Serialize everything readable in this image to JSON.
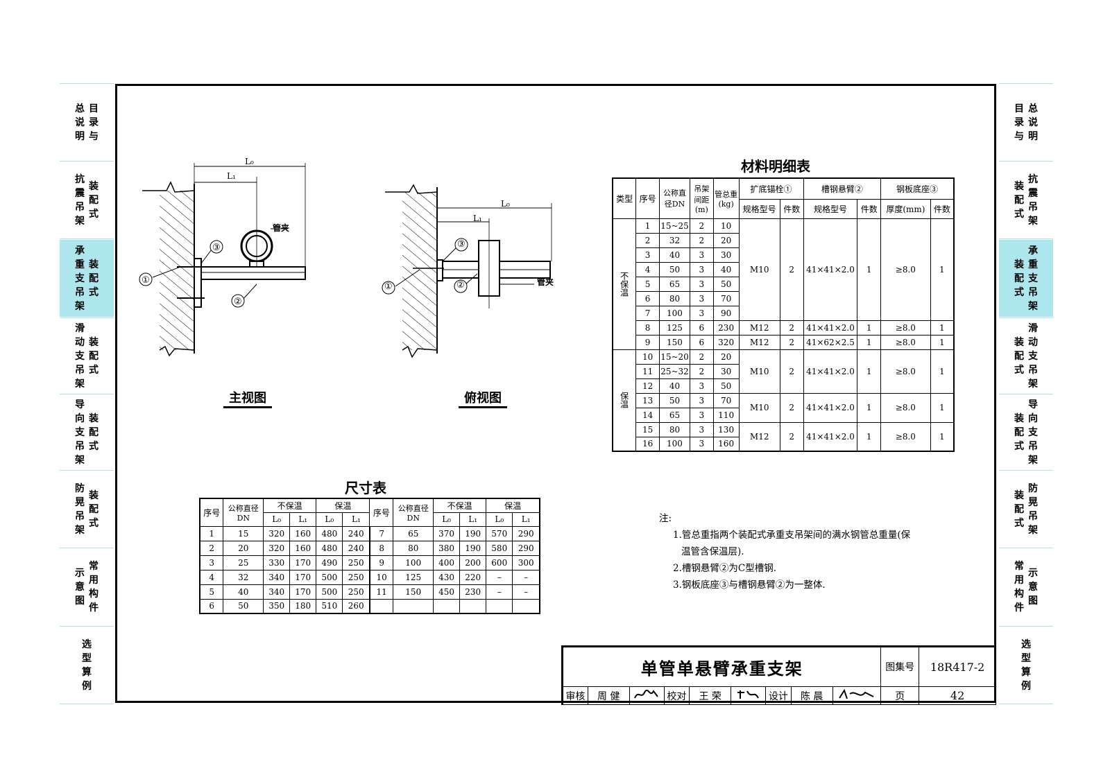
{
  "left_tabs": [
    {
      "cols": [
        [
          "目",
          "录",
          "与"
        ],
        [
          "总",
          "说",
          "明"
        ]
      ],
      "active": false
    },
    {
      "cols": [
        [
          "装",
          "配",
          "式"
        ],
        [
          "抗",
          "震",
          "吊",
          "架"
        ]
      ],
      "active": false
    },
    {
      "cols": [
        [
          "装",
          "配",
          "式"
        ],
        [
          "承",
          "重",
          "支",
          "吊",
          "架"
        ]
      ],
      "active": true
    },
    {
      "cols": [
        [
          "装",
          "配",
          "式"
        ],
        [
          "滑",
          "动",
          "支",
          "吊",
          "架"
        ]
      ],
      "active": false
    },
    {
      "cols": [
        [
          "装",
          "配",
          "式"
        ],
        [
          "导",
          "向",
          "支",
          "吊",
          "架"
        ]
      ],
      "active": false
    },
    {
      "cols": [
        [
          "装",
          "配",
          "式"
        ],
        [
          "防",
          "晃",
          "吊",
          "架"
        ]
      ],
      "active": false
    },
    {
      "cols": [
        [
          "常",
          "用",
          "构",
          "件"
        ],
        [
          "示",
          "意",
          "图"
        ]
      ],
      "active": false
    },
    {
      "cols": [
        [
          "选",
          "型",
          "算",
          "例"
        ]
      ],
      "active": false
    }
  ],
  "right_tabs": [
    {
      "cols": [
        [
          "总",
          "说",
          "明"
        ],
        [
          "目",
          "录",
          "与"
        ]
      ],
      "active": false
    },
    {
      "cols": [
        [
          "抗",
          "震",
          "吊",
          "架"
        ],
        [
          "装",
          "配",
          "式"
        ]
      ],
      "active": false
    },
    {
      "cols": [
        [
          "承",
          "重",
          "支",
          "吊",
          "架"
        ],
        [
          "装",
          "配",
          "式"
        ]
      ],
      "active": true
    },
    {
      "cols": [
        [
          "滑",
          "动",
          "支",
          "吊",
          "架"
        ],
        [
          "装",
          "配",
          "式"
        ]
      ],
      "active": false
    },
    {
      "cols": [
        [
          "导",
          "向",
          "支",
          "吊",
          "架"
        ],
        [
          "装",
          "配",
          "式"
        ]
      ],
      "active": false
    },
    {
      "cols": [
        [
          "防",
          "晃",
          "吊",
          "架"
        ],
        [
          "装",
          "配",
          "式"
        ]
      ],
      "active": false
    },
    {
      "cols": [
        [
          "示",
          "意",
          "图"
        ],
        [
          "常",
          "用",
          "构",
          "件"
        ]
      ],
      "active": false
    },
    {
      "cols": [
        [
          "选",
          "型",
          "算",
          "例"
        ]
      ],
      "active": false
    }
  ],
  "front_view": {
    "caption": "主视图",
    "dim_l0": "L₀",
    "dim_l1": "L₁",
    "label_clamp": "管夹",
    "c1": "①",
    "c2": "②",
    "c3": "③"
  },
  "top_view": {
    "caption": "俯视图",
    "dim_l0": "L₀",
    "dim_l1": "L₁",
    "label_clamp": "管夹",
    "c1": "①",
    "c2": "②",
    "c3": "③"
  },
  "materials": {
    "title": "材料明细表",
    "h_type": "类型",
    "h_seq": "序号",
    "h_dn": "公称直径DN",
    "h_span": "吊架间距(m)",
    "h_weight": "管总重(kg)",
    "h_anchor": "扩底锚栓①",
    "h_channel": "槽钢悬臂②",
    "h_plate": "钢板底座③",
    "h_spec": "规格型号",
    "h_count": "件数",
    "h_thick": "厚度(mm)",
    "g1": "不保温",
    "g2": "保温",
    "rows": [
      [
        "1",
        "15~25",
        "2",
        "10"
      ],
      [
        "2",
        "32",
        "2",
        "20"
      ],
      [
        "3",
        "40",
        "3",
        "30"
      ],
      [
        "4",
        "50",
        "3",
        "40"
      ],
      [
        "5",
        "65",
        "3",
        "50"
      ],
      [
        "6",
        "80",
        "3",
        "70"
      ],
      [
        "7",
        "100",
        "3",
        "90"
      ],
      [
        "8",
        "125",
        "6",
        "230"
      ],
      [
        "9",
        "150",
        "6",
        "320"
      ],
      [
        "10",
        "15~20",
        "2",
        "20"
      ],
      [
        "11",
        "25~32",
        "2",
        "30"
      ],
      [
        "12",
        "40",
        "3",
        "50"
      ],
      [
        "13",
        "50",
        "3",
        "70"
      ],
      [
        "14",
        "65",
        "3",
        "110"
      ],
      [
        "15",
        "80",
        "3",
        "130"
      ],
      [
        "16",
        "100",
        "3",
        "160"
      ]
    ],
    "spans": [
      [
        "M10",
        "2",
        "41×41×2.0",
        "1",
        "≥8.0",
        "1"
      ],
      [
        "M12",
        "2",
        "41×41×2.0",
        "1",
        "≥8.0",
        "1"
      ],
      [
        "M12",
        "2",
        "41×62×2.5",
        "1",
        "≥8.0",
        "1"
      ],
      [
        "M10",
        "2",
        "41×41×2.0",
        "1",
        "≥8.0",
        "1"
      ],
      [
        "M10",
        "2",
        "41×41×2.0",
        "1",
        "≥8.0",
        "1"
      ],
      [
        "M12",
        "2",
        "41×41×2.0",
        "1",
        "≥8.0",
        "1"
      ]
    ]
  },
  "dimensions": {
    "title": "尺寸表",
    "h_seq": "序号",
    "h_dn": "公称直径DN",
    "h_noins": "不保温",
    "h_ins": "保温",
    "h_l0": "L₀",
    "h_l1": "L₁",
    "left_rows": [
      [
        "1",
        "15",
        "320",
        "160",
        "480",
        "240"
      ],
      [
        "2",
        "20",
        "320",
        "160",
        "480",
        "240"
      ],
      [
        "3",
        "25",
        "330",
        "170",
        "490",
        "250"
      ],
      [
        "4",
        "32",
        "340",
        "170",
        "500",
        "250"
      ],
      [
        "5",
        "40",
        "340",
        "170",
        "500",
        "250"
      ],
      [
        "6",
        "50",
        "350",
        "180",
        "510",
        "260"
      ]
    ],
    "right_rows": [
      [
        "7",
        "65",
        "370",
        "190",
        "570",
        "290"
      ],
      [
        "8",
        "80",
        "380",
        "190",
        "580",
        "290"
      ],
      [
        "9",
        "100",
        "400",
        "200",
        "600",
        "300"
      ],
      [
        "10",
        "125",
        "430",
        "220",
        "–",
        "–"
      ],
      [
        "11",
        "150",
        "450",
        "230",
        "–",
        "–"
      ],
      [
        "",
        "",
        "",
        "",
        "",
        ""
      ]
    ]
  },
  "notes": {
    "head": "注:",
    "items": [
      "1.管总重指两个装配式承重支吊架间的满水钢管总重量(保",
      "温管含保温层).",
      "2.槽钢悬臂②为C型槽钢.",
      "3.钢板底座③与槽钢悬臂②为一整体."
    ]
  },
  "title_block": {
    "title": "单管单悬臂承重支架",
    "atlas_label": "图集号",
    "atlas_no": "18R417-2",
    "review_label": "审核",
    "review_name": "周 健",
    "check_label": "校对",
    "check_name": "王 荣",
    "design_label": "设计",
    "design_name": "陈 晨",
    "page_label": "页",
    "page_no": "42"
  }
}
